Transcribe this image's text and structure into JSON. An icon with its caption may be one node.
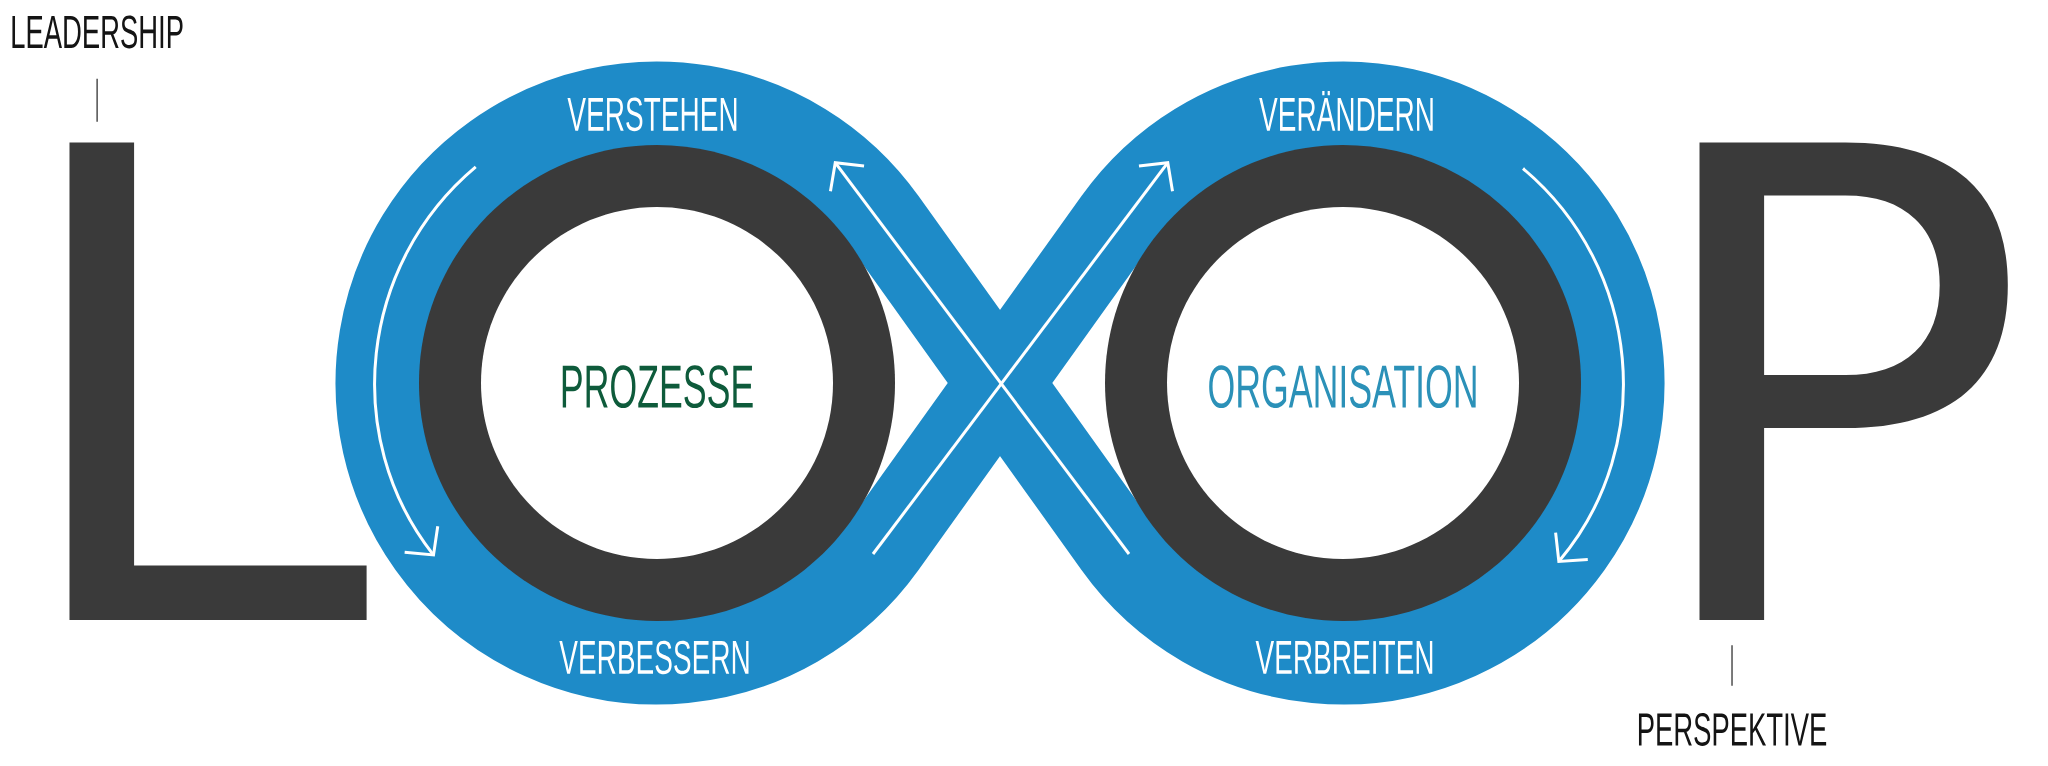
{
  "diagram": {
    "nodes": [
      {
        "text": [
          "LEADERSHIP"
        ]
      },
      {
        "text": [
          "L"
        ]
      },
      {
        "text": [
          "VERSTEHEN",
          "VERÄNDERN",
          "VERBESSERN",
          "VERBREITEN"
        ]
      },
      {
        "text": [
          "PROZESSE"
        ],
        "in": 2
      },
      {
        "text": [
          "ORGANISATION"
        ],
        "in": 2
      },
      {
        "text": [
          "P"
        ]
      },
      {
        "text": [
          "PERSPEKTIVE"
        ]
      }
    ],
    "edges": [
      {
        "from": 0,
        "to": 1,
        "arrow": "none"
      },
      {
        "from": 6,
        "to": 5,
        "arrow": "none"
      }
    ]
  }
}
